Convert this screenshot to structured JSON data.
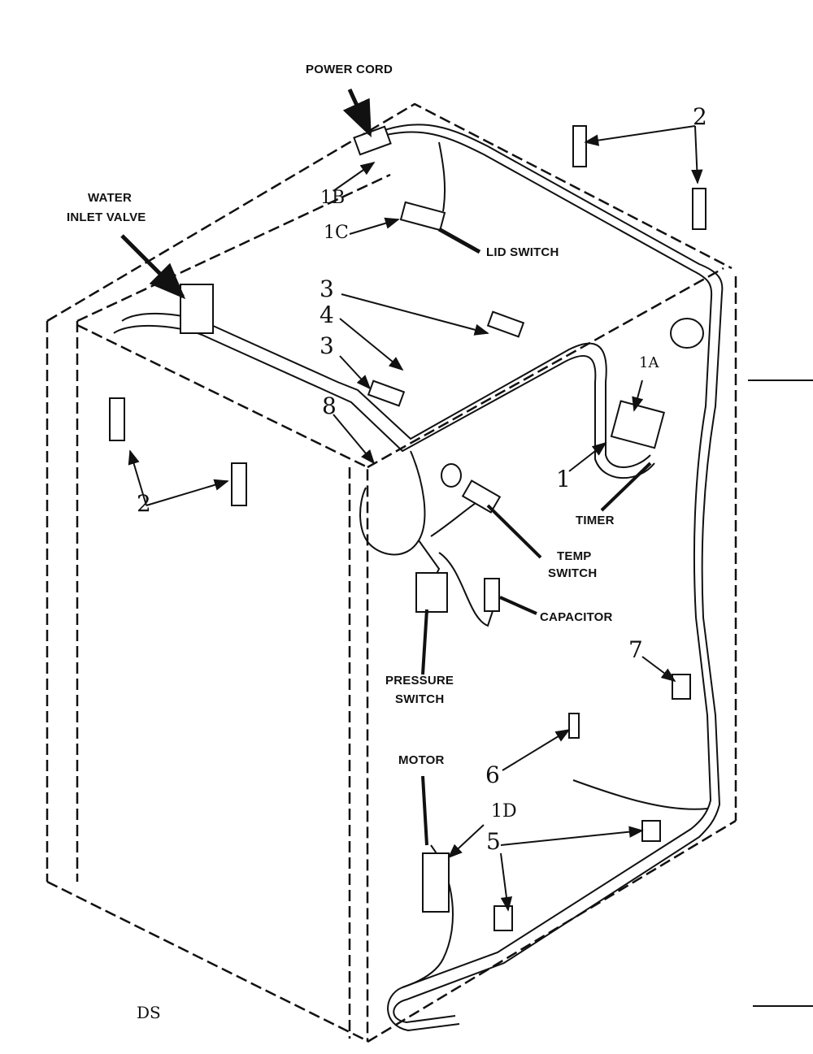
{
  "labels": {
    "power_cord": "POWER CORD",
    "water_inlet_valve_1": "WATER",
    "water_inlet_valve_2": "INLET VALVE",
    "lid_switch": "LID SWITCH",
    "timer": "TIMER",
    "temp_switch_1": "TEMP",
    "temp_switch_2": "SWITCH",
    "capacitor": "CAPACITOR",
    "pressure_switch_1": "PRESSURE",
    "pressure_switch_2": "SWITCH",
    "motor": "MOTOR",
    "page_code": "DS"
  },
  "callouts": {
    "c1": "1",
    "c1a": "1A",
    "c1b": "1B",
    "c1c": "1C",
    "c1d": "1D",
    "c2_top": "2",
    "c2_left": "2",
    "c3_upper": "3",
    "c3_lower": "3",
    "c4": "4",
    "c5": "5",
    "c6": "6",
    "c7": "7",
    "c8": "8"
  }
}
